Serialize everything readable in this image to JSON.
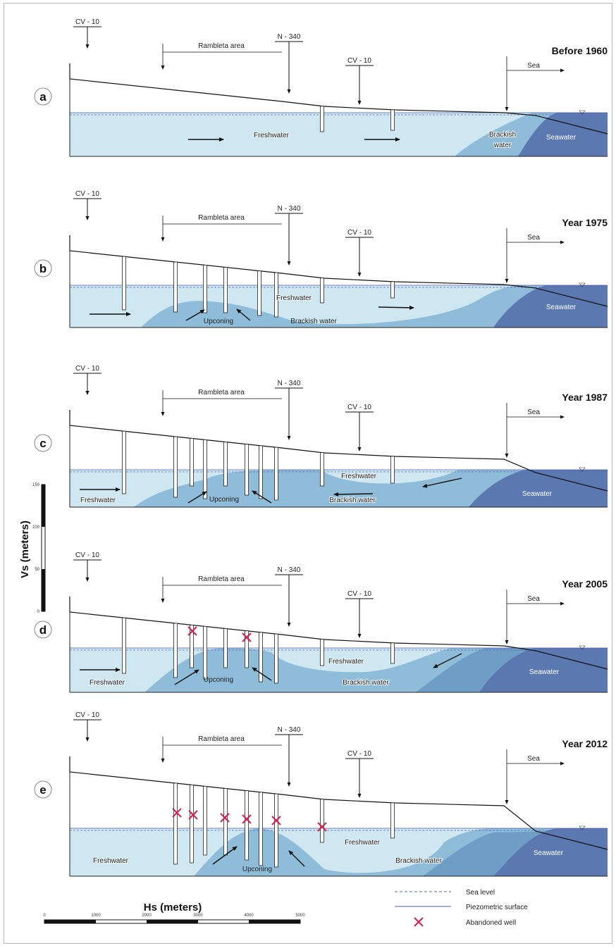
{
  "colors": {
    "freshwater": "#cfe7f1",
    "brackish": "#8fbcd8",
    "brackish_dark": "#6e9dc6",
    "seawater": "#5b79b0",
    "abandoned": "#d81f4f",
    "piezometric": "#4a5db0"
  },
  "labels": {
    "cv10": "CV - 10",
    "n340": "N - 340",
    "rambleta": "Rambleta area",
    "sea": "Sea"
  },
  "panels": [
    {
      "letter": "a",
      "year": "Before 1960",
      "zones": {
        "freshwater": "Freshwater",
        "brackish_line1": "Brackish",
        "brackish_line2": "water",
        "seawater": "Seawater"
      }
    },
    {
      "letter": "b",
      "year": "Year 1975",
      "zones": {
        "freshwater": "Freshwater",
        "brackish": "Brackish water",
        "seawater": "Seawater",
        "upconing": "Upconing"
      }
    },
    {
      "letter": "c",
      "year": "Year 1987",
      "zones": {
        "freshwater_left": "Freshwater",
        "freshwater_right": "Freshwater",
        "brackish": "Brackish water",
        "seawater": "Seawater",
        "upconing": "Upconing"
      }
    },
    {
      "letter": "d",
      "year": "Year 2005",
      "zones": {
        "freshwater_left": "Freshwater",
        "freshwater_right": "Freshwater",
        "brackish": "Brackish water",
        "seawater": "Seawater",
        "upconing": "Upconing"
      }
    },
    {
      "letter": "e",
      "year": "Year 2012",
      "zones": {
        "freshwater_left": "Freshwater",
        "freshwater_right": "Freshwater",
        "brackish": "Brackish water",
        "seawater": "Seawater",
        "upconing": "Upconing"
      }
    }
  ],
  "vertical_scale": {
    "title": "Vs (meters)",
    "ticks": [
      "150",
      "100",
      "50",
      "0"
    ]
  },
  "horizontal_scale": {
    "title": "Hs (meters)",
    "ticks": [
      "0",
      "1000",
      "2000",
      "3000",
      "4000",
      "5000"
    ]
  },
  "legend": {
    "sea_level": "Sea level",
    "piezometric": "Piezometric surface",
    "abandoned": "Abandoned well"
  }
}
